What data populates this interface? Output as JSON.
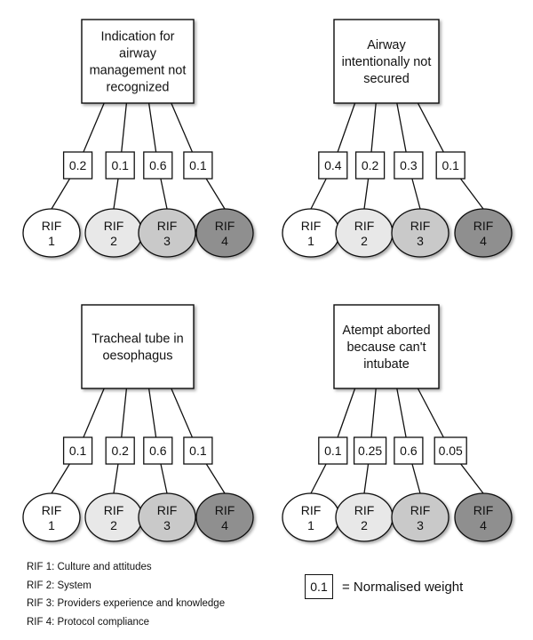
{
  "diagrams": [
    {
      "event_lines": [
        "Indication for",
        "airway",
        "management not",
        "recognized"
      ],
      "weights": [
        "0.2",
        "0.1",
        "0.6",
        "0.1"
      ]
    },
    {
      "event_lines": [
        "Airway",
        "intentionally not",
        "secured"
      ],
      "weights": [
        "0.4",
        "0.2",
        "0.3",
        "0.1"
      ]
    },
    {
      "event_lines": [
        "Tracheal tube in",
        "oesophagus"
      ],
      "weights": [
        "0.1",
        "0.2",
        "0.6",
        "0.1"
      ]
    },
    {
      "event_lines": [
        "Atempt aborted",
        "because can't",
        "intubate"
      ],
      "weights": [
        "0.1",
        "0.25",
        "0.6",
        "0.05"
      ]
    }
  ],
  "rif_nodes": [
    {
      "line1": "RIF",
      "line2": "1",
      "fill": "#ffffff"
    },
    {
      "line1": "RIF",
      "line2": "2",
      "fill": "#e8e8e8"
    },
    {
      "line1": "RIF",
      "line2": "3",
      "fill": "#c9c9c9"
    },
    {
      "line1": "RIF",
      "line2": "4",
      "fill": "#8f8f8f"
    }
  ],
  "legend": {
    "rif1": "RIF 1: Culture and attitudes",
    "rif2": "RIF 2: System",
    "rif3": "RIF 3: Providers experience and knowledge",
    "rif4": "RIF 4: Protocol compliance"
  },
  "weight_key": {
    "value": "0.1",
    "label": "= Normalised weight"
  }
}
